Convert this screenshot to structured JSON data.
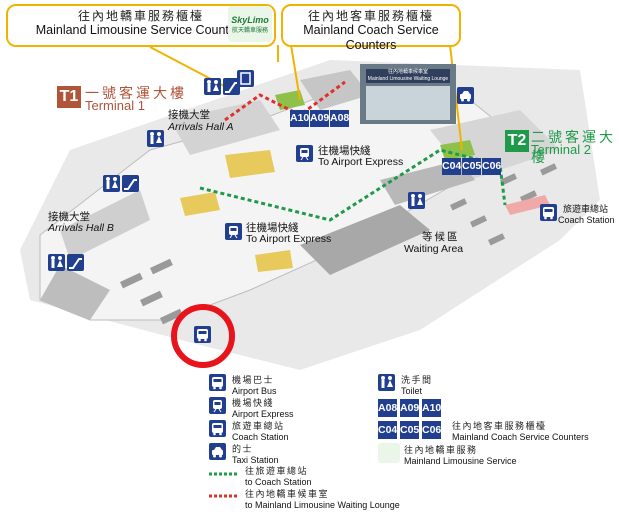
{
  "callouts": {
    "limousine": {
      "zh": "往內地轎車服務櫃檯",
      "en": "Mainland Limousine Service Counters"
    },
    "coach": {
      "zh": "往內地客車服務櫃檯",
      "en": "Mainland Coach Service Counters"
    }
  },
  "logo": {
    "text": "SkyLimo",
    "sub": "航天轎車服務"
  },
  "terminals": {
    "t1": {
      "badge": "T1",
      "zh": "一號客運大樓",
      "en": "Terminal 1"
    },
    "t2": {
      "badge": "T2",
      "zh": "二號客運大樓",
      "en": "Terminal 2"
    }
  },
  "labels": {
    "arrivals_a_zh": "接機大堂",
    "arrivals_a_en": "Arrivals Hall A",
    "arrivals_b_zh": "接機大堂",
    "arrivals_b_en": "Arrivals Hall B",
    "ae1_zh": "往機場快綫",
    "ae1_en": "To Airport Express",
    "ae2_zh": "往機場快綫",
    "ae2_en": "To Airport Express",
    "waiting_zh": "等候區",
    "waiting_en": "Waiting Area",
    "coach_station_zh": "旅遊車總站",
    "coach_station_en": "Coach Station",
    "lounge_sign_zh": "往內地轎車候車室",
    "lounge_sign_en": "Mainland Limousine Waiting Lounge"
  },
  "counters": {
    "t1": [
      "A10",
      "A09",
      "A08"
    ],
    "t2": [
      "C04",
      "C05",
      "C06"
    ]
  },
  "legend": {
    "airport_bus": {
      "zh": "機場巴士",
      "en": "Airport Bus"
    },
    "airport_express": {
      "zh": "機場快綫",
      "en": "Airport Express"
    },
    "coach_station": {
      "zh": "旅遊車總站",
      "en": "Coach Station"
    },
    "taxi": {
      "zh": "的士",
      "en": "Taxi Station"
    },
    "green_route": {
      "zh": "往旅遊車總站",
      "en": "to Coach Station"
    },
    "red_route": {
      "zh": "往內地轎車候車室",
      "en": "to Mainland Limousine Waiting Lounge"
    },
    "toilet": {
      "zh": "洗手間",
      "en": "Toilet"
    },
    "coach_counters": {
      "zh": "往內地客車服務櫃檯",
      "en": "Mainland Coach Service Counters",
      "codes_row1": [
        "A08",
        "A09",
        "A10"
      ],
      "codes_row2": [
        "C04",
        "C05",
        "C06"
      ]
    },
    "limo_service": {
      "zh": "往內地轎車服務",
      "en": "Mainland Limousine Service"
    }
  },
  "colors": {
    "navy": "#223f8f",
    "t1_brown": "#b0543a",
    "t2_green": "#1f9a4a",
    "route_green": "#1f9a4a",
    "route_red": "#e0302a",
    "callout_border": "#f0b400",
    "highlight_circle": "#e8141c"
  }
}
